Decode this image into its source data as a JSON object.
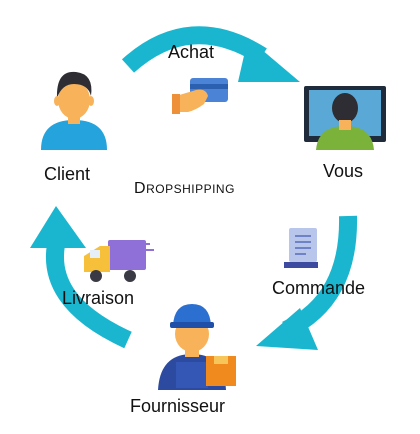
{
  "title": {
    "first_letter": "D",
    "rest": "ROPSHIPPING"
  },
  "nodes": {
    "client": {
      "label": "Client"
    },
    "vous": {
      "label": "Vous"
    },
    "fournisseur": {
      "label": "Fournisseur"
    }
  },
  "arrows": {
    "achat": {
      "label": "Achat"
    },
    "commande": {
      "label": "Commande"
    },
    "livraison": {
      "label": "Livraison"
    }
  },
  "colors": {
    "arrow": "#1ab6cf",
    "skin": "#f8b25a",
    "hair": "#2d2d33",
    "shirt_blue": "#25a3dd",
    "monitor_blue": "#5aa8d6",
    "shirt_green": "#7ab23a",
    "truck_purple": "#8f6fd8",
    "box_orange": "#f08a1e",
    "card_blue": "#4b83d6",
    "doc_blue": "#b9c6ec"
  },
  "icons": {
    "client": "person-icon",
    "vous": "computer-user-icon",
    "fournisseur": "worker-icon",
    "achat": "credit-card-hand-icon",
    "commande": "document-scroll-icon",
    "livraison": "delivery-truck-icon"
  }
}
